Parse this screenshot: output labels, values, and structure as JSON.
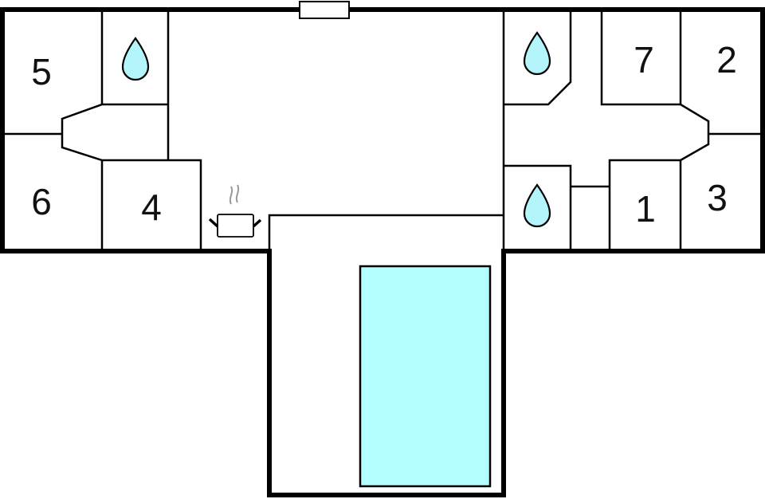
{
  "diagram": {
    "type": "floor-plan",
    "colors": {
      "wall": "#000000",
      "background": "#ffffff",
      "water": "#b3ffff",
      "drop_fill": "#b3f5fa",
      "steam": "#999999"
    },
    "rooms": [
      {
        "id": "room-1",
        "label": "1"
      },
      {
        "id": "room-2",
        "label": "2"
      },
      {
        "id": "room-3",
        "label": "3"
      },
      {
        "id": "room-4",
        "label": "4"
      },
      {
        "id": "room-5",
        "label": "5"
      },
      {
        "id": "room-6",
        "label": "6"
      },
      {
        "id": "room-7",
        "label": "7"
      }
    ],
    "icons": [
      {
        "name": "water-drop-icon",
        "meaning": "bathroom",
        "count": 3
      },
      {
        "name": "cooking-pot-icon",
        "meaning": "kitchen",
        "count": 1
      },
      {
        "name": "pool",
        "meaning": "swimming pool",
        "count": 1
      },
      {
        "name": "window",
        "meaning": "window/entrance",
        "count": 1
      }
    ]
  }
}
